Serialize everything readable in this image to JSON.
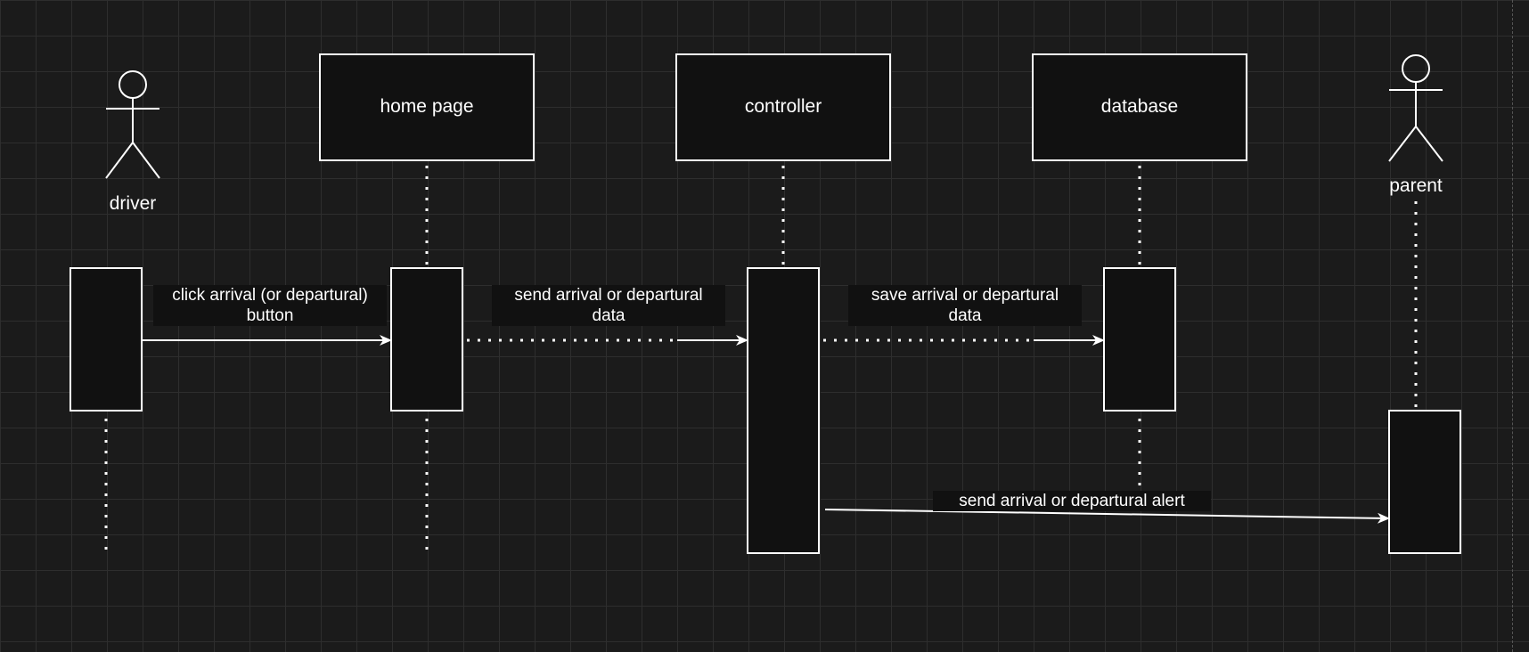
{
  "colors": {
    "background": "#1b1b1b",
    "grid": "#2e2e2e",
    "stroke": "#ffffff",
    "box_fill": "#111111",
    "text": "#ffffff"
  },
  "actors": {
    "driver": {
      "label": "driver",
      "icon": "stick-figure-icon"
    },
    "parent": {
      "label": "parent",
      "icon": "stick-figure-icon"
    }
  },
  "participants": {
    "home_page": {
      "label": "home page"
    },
    "controller": {
      "label": "controller"
    },
    "database": {
      "label": "database"
    }
  },
  "messages": {
    "click": {
      "line1": "click arrival (or departural)",
      "line2": "button"
    },
    "send_data": {
      "line1": "send arrival or departural",
      "line2": "data"
    },
    "save_data": {
      "line1": "save arrival or departural",
      "line2": "data"
    },
    "alert": {
      "line1": "send arrival or departural alert"
    }
  }
}
